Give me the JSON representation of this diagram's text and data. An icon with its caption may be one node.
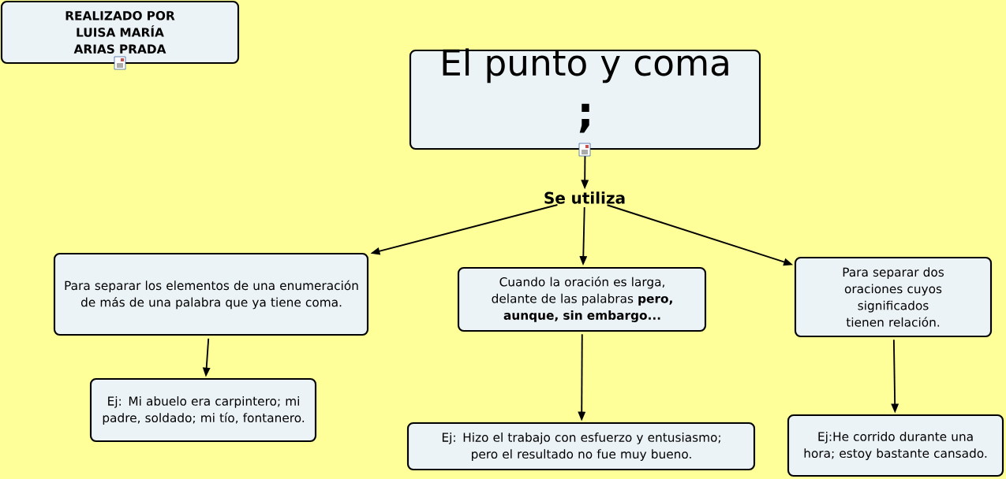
{
  "diagram": {
    "nodes": [
      {
        "text": [
          "REALIZADO POR LUISA MARÍA ARIAS PRADA"
        ]
      },
      {
        "text": [
          "El punto y coma",
          ";"
        ]
      },
      {
        "text": [
          "Se utiliza"
        ]
      },
      {
        "text": [
          "Para separar los elementos de una enumeración de más de una palabra que ya tiene coma."
        ]
      },
      {
        "text": [
          "Cuando la oración es larga, delante de las palabras **pero, aunque, sin embargo...**"
        ]
      },
      {
        "text": [
          "Para separar dos oraciones cuyos significados tienen relación."
        ]
      },
      {
        "text": [
          "Ej: Mi abuelo era carpintero; mi padre, soldado; mi tío, fontanero."
        ]
      },
      {
        "text": [
          "Ej: Hizo el trabajo con esfuerzo y entusiasmo; pero el resultado no fue muy bueno."
        ]
      },
      {
        "text": [
          "Ej:He corrido durante una hora; estoy bastante cansado."
        ]
      }
    ],
    "edges": [
      {
        "from": 1,
        "to": 2,
        "arrow": "to"
      },
      {
        "from": 2,
        "to": 3,
        "arrow": "to"
      },
      {
        "from": 2,
        "to": 4,
        "arrow": "to"
      },
      {
        "from": 2,
        "to": 5,
        "arrow": "to"
      },
      {
        "from": 3,
        "to": 6,
        "arrow": "to"
      },
      {
        "from": 4,
        "to": 7,
        "arrow": "to"
      },
      {
        "from": 5,
        "to": 8,
        "arrow": "to"
      }
    ]
  }
}
